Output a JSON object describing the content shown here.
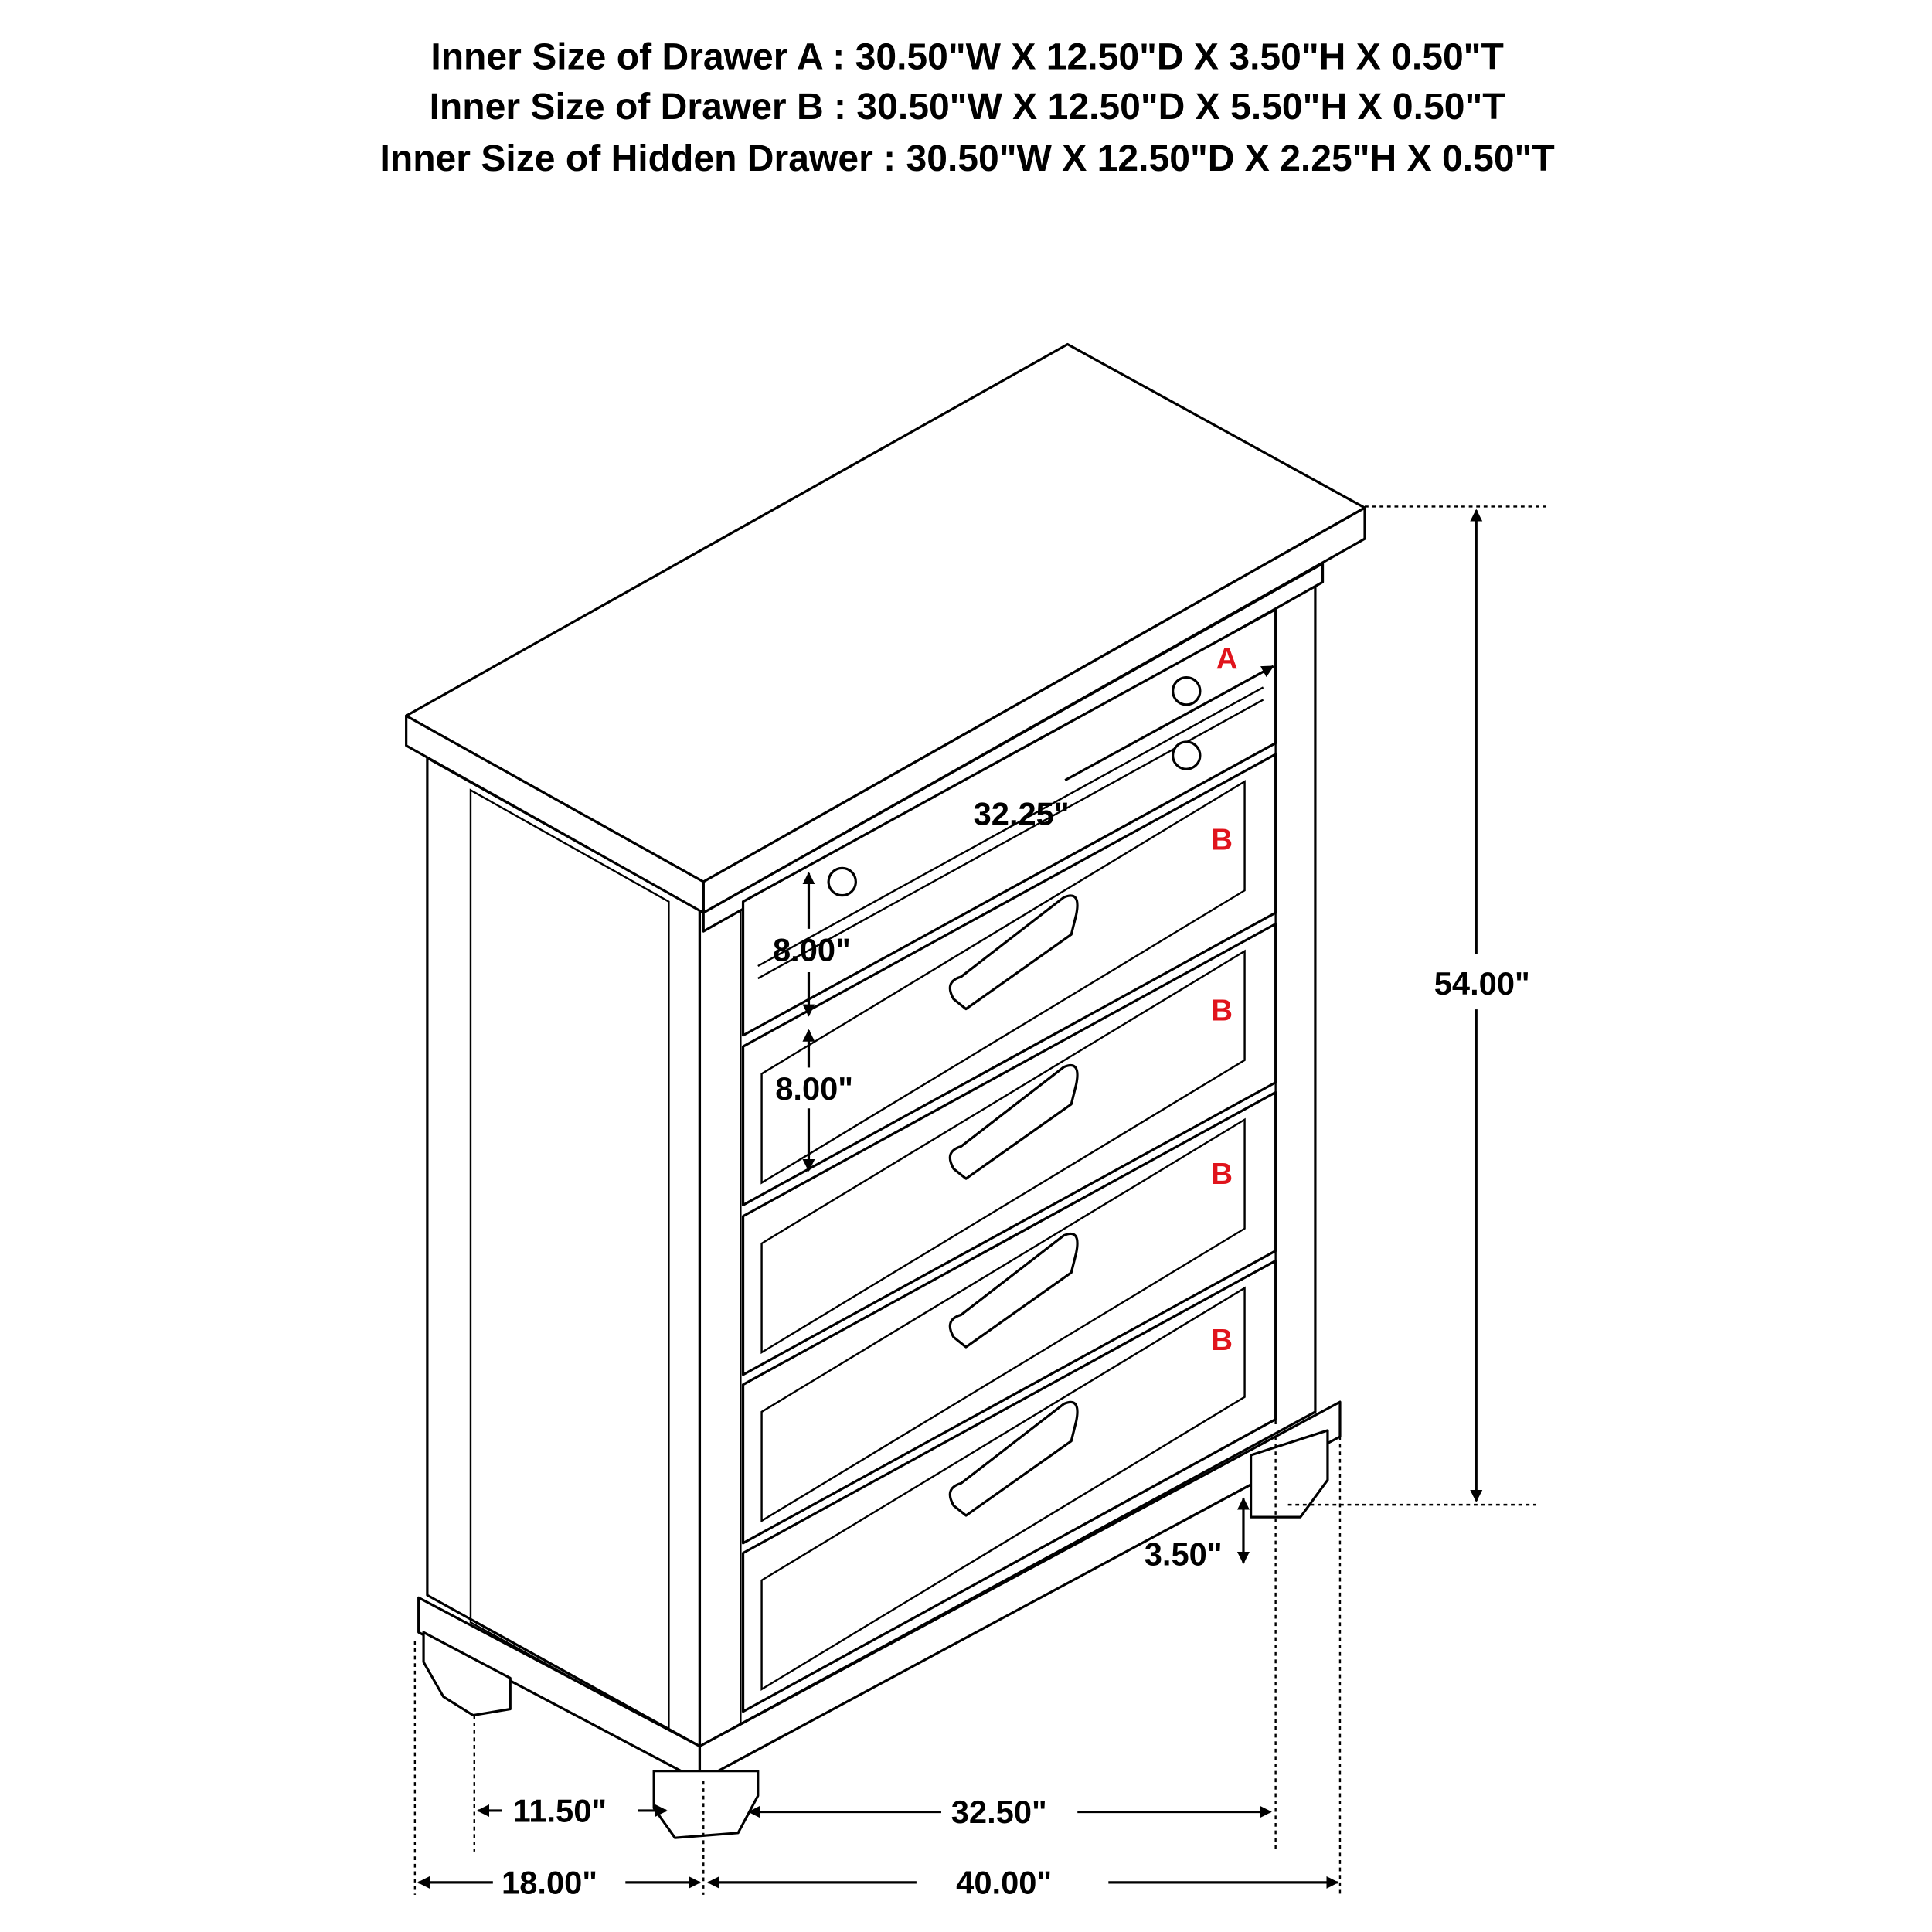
{
  "specs": {
    "drawer_a": "Inner Size of Drawer A : 30.50\"W X 12.50\"D X 3.50\"H X 0.50\"T",
    "drawer_b": "Inner Size of Drawer B : 30.50\"W X 12.50\"D X 5.50\"H X 0.50\"T",
    "hidden_drawer": "Inner Size of Hidden Drawer : 30.50\"W X 12.50\"D X 2.25\"H X 0.50\"T"
  },
  "dimensions": {
    "height": "54.00\"",
    "top_width": "32.25\"",
    "drawer_height_1": "8.00\"",
    "drawer_height_2": "8.00\"",
    "leg_height": "3.50\"",
    "inner_depth": "11.50\"",
    "inner_width": "32.50\"",
    "depth": "18.00\"",
    "width": "40.00\""
  },
  "drawer_labels": [
    "A",
    "B",
    "B",
    "B",
    "B"
  ],
  "colors": {
    "label": "#e0141c",
    "line": "#000000"
  }
}
